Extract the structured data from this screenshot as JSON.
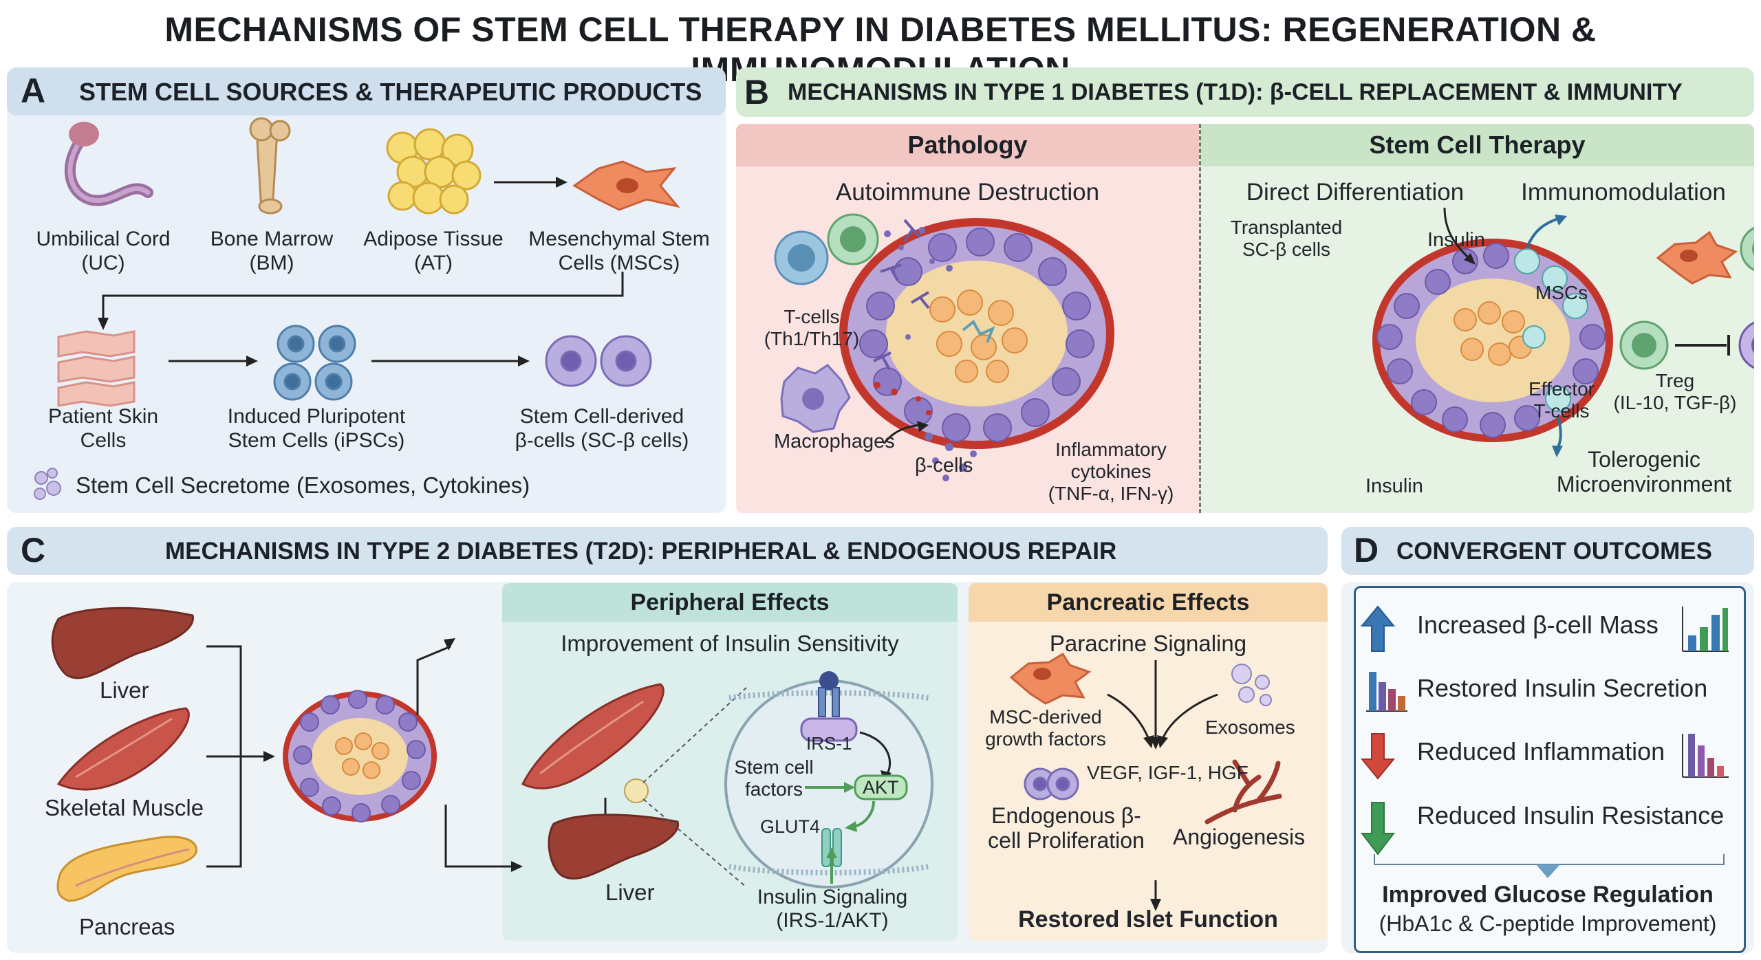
{
  "title": "MECHANISMS OF STEM CELL THERAPY IN DIABETES MELLITUS: REGENERATION & IMMUNOMODULATION",
  "panel_a": {
    "letter": "A",
    "title": "STEM CELL SOURCES & THERAPEUTIC PRODUCTS",
    "uc_1": "Umbilical Cord",
    "uc_2": "(UC)",
    "bm_1": "Bone Marrow",
    "bm_2": "(BM)",
    "at_1": "Adipose Tissue",
    "at_2": "(AT)",
    "msc_1": "Mesenchymal Stem",
    "msc_2": "Cells (MSCs)",
    "skin_1": "Patient Skin",
    "skin_2": "Cells",
    "ipsc_1": "Induced Pluripotent",
    "ipsc_2": "Stem Cells (iPSCs)",
    "scb_1": "Stem Cell-derived",
    "scb_2": "β-cells (SC-β cells)",
    "secretome": "Stem Cell Secretome (Exosomes, Cytokines)"
  },
  "panel_b": {
    "letter": "B",
    "title": "MECHANISMS IN TYPE 1 DIABETES (T1D): β-CELL REPLACEMENT & IMMUNITY",
    "pathology": "Pathology",
    "therapy": "Stem Cell Therapy",
    "autoimmune": "Autoimmune Destruction",
    "tcells_1": "T-cells",
    "tcells_2": "(Th1/Th17)",
    "macrophages": "Macrophages",
    "beta_cells": "β-cells",
    "cyto_1": "Inflammatory",
    "cyto_2": "cytokines",
    "cyto_3": "(TNF-α, IFN-γ)",
    "direct_diff": "Direct Differentiation",
    "transplanted_1": "Transplanted",
    "transplanted_2": "SC-β cells",
    "insulin_top": "Insulin",
    "insulin_bottom": "Insulin",
    "immunomod": "Immunomodulation",
    "mscs": "MSCs",
    "effector_1": "Effector",
    "effector_2": "T-cells",
    "treg_1": "Treg",
    "treg_2": "(IL-10, TGF-β)",
    "toler_1": "Tolerogenic",
    "toler_2": "Microenvironment"
  },
  "panel_c": {
    "letter": "C",
    "title": "MECHANISMS IN TYPE 2 DIABETES (T2D): PERIPHERAL & ENDOGENOUS REPAIR",
    "liver": "Liver",
    "muscle": "Skeletal Muscle",
    "pancreas": "Pancreas",
    "peripheral": "Peripheral Effects",
    "sensitivity": "Improvement of Insulin Sensitivity",
    "irs1": "IRS-1",
    "sc_factors_1": "Stem cell",
    "sc_factors_2": "factors",
    "akt": "AKT",
    "glut4": "GLUT4",
    "liver2": "Liver",
    "signaling_1": "Insulin Signaling",
    "signaling_2": "(IRS-1/AKT)",
    "pancreatic": "Pancreatic Effects",
    "paracrine": "Paracrine Signaling",
    "msc_gf_1": "MSC-derived",
    "msc_gf_2": "growth factors",
    "exosomes": "Exosomes",
    "vegf": "VEGF, IGF-1, HGF",
    "endo_1": "Endogenous β-",
    "endo_2": "cell Proliferation",
    "angio": "Angiogenesis",
    "restored": "Restored Islet Function"
  },
  "panel_d": {
    "letter": "D",
    "title": "CONVERGENT OUTCOMES",
    "out1": "Increased β-cell Mass",
    "out2": "Restored Insulin Secretion",
    "out3": "Reduced Inflammation",
    "out4": "Reduced Insulin Resistance",
    "final_1": "Improved Glucose Regulation",
    "final_2": "(HbA1c & C-peptide Improvement)"
  },
  "colors": {
    "panel_a_bg": "#e9f0f7",
    "panel_a_hdr": "#cfdfee",
    "panel_b_hdr": "#d6ebd4",
    "pathology_bg": "#fbe3e1",
    "pathology_hdr": "#f2c7c3",
    "therapy_bg": "#e6f2e4",
    "therapy_hdr": "#c9e4c6",
    "panel_c_hdr": "#d5e3ef",
    "peripheral_bg": "#dcefec",
    "pancreatic_bg": "#fbeedd",
    "panel_d_box": "#2f5f8a"
  }
}
